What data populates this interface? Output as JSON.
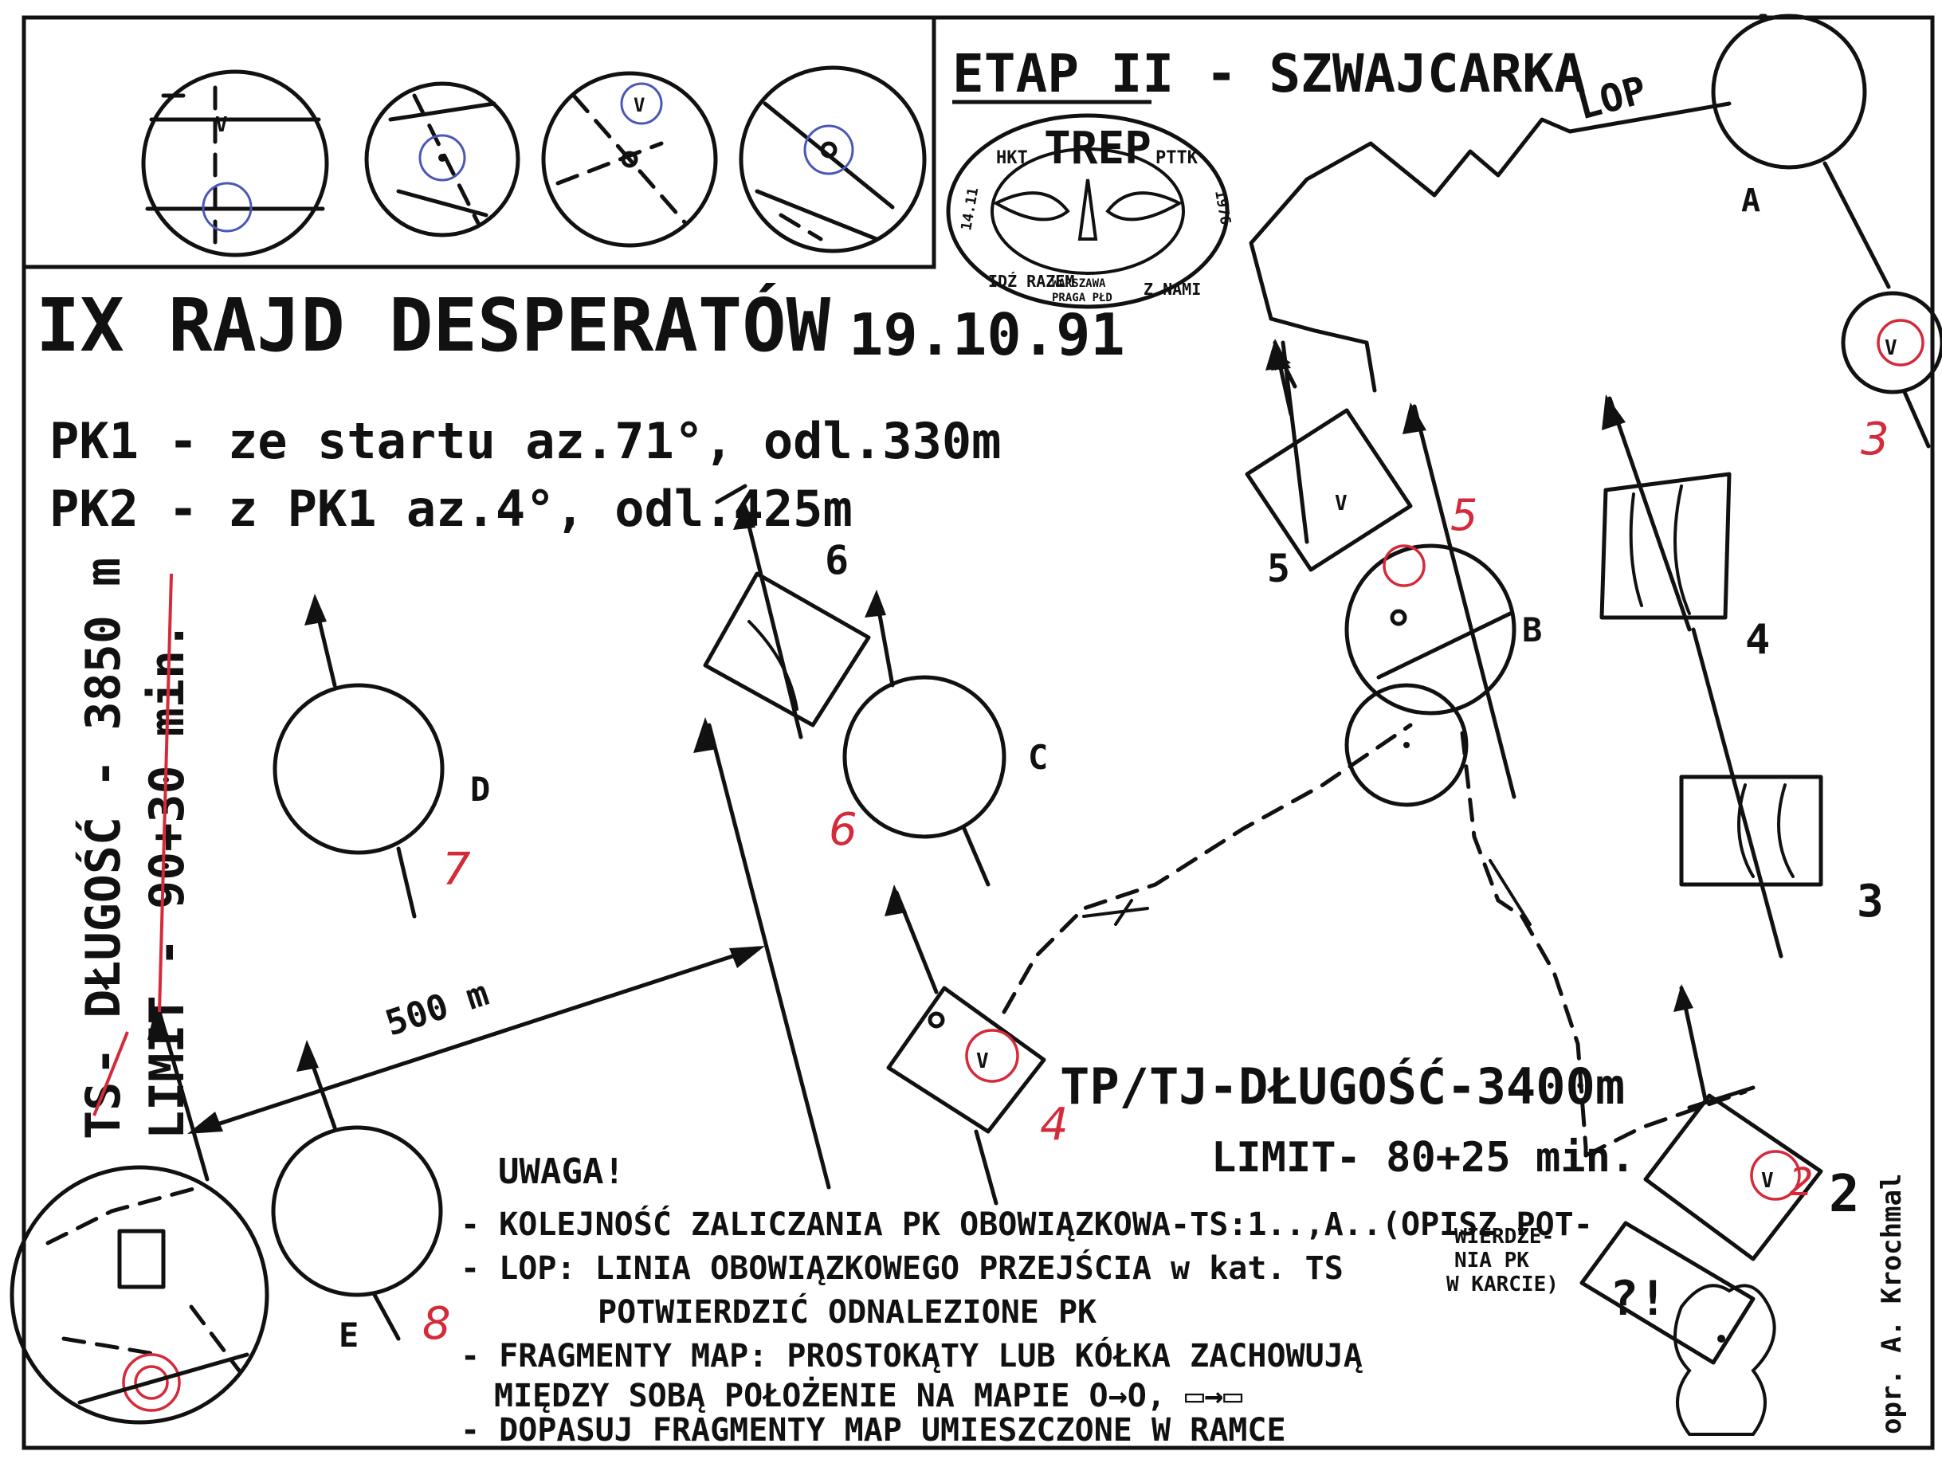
{
  "header": {
    "stage_title": "ETAP II - SZWAJCARKA",
    "event_title": "IX RAJD DESPERATÓW",
    "date": "19.10.91"
  },
  "stamp": {
    "top_left": "HKT",
    "name": "TREP",
    "top_right": "PTTK",
    "left_date": "14.11",
    "right_year": "1976",
    "bottom_left": "IDŹ RAZEM",
    "bottom_center_1": "WARSZAWA",
    "bottom_center_2": "PRAGA PŁD",
    "bottom_right": "Z NAMI"
  },
  "instructions": {
    "pk1": "PK1 - ze startu az.71°, odl.330m",
    "pk2": "PK2 - z PK1 az.4°, odl.425m"
  },
  "ts_block": {
    "category": "TS",
    "length": "- DŁUGOŚĆ - 3850 m",
    "limit": "LIMIT - 90+30 min."
  },
  "tp_block": {
    "length": "TP/TJ-DŁUGOŚĆ-3400m",
    "limit": "LIMIT- 80+25 min."
  },
  "distance_label": "500 m",
  "lop_label": "LOP",
  "circle_labels": {
    "a": "A",
    "b": "B",
    "c": "C",
    "d": "D",
    "e": "E"
  },
  "fragment_numbers": {
    "n2": "2",
    "n3": "3",
    "n4": "4",
    "n5": "5",
    "n6": "6"
  },
  "red_numbers": {
    "r2": "2",
    "r3": "3",
    "r4": "4",
    "r5": "5",
    "r6": "6",
    "r7": "7",
    "r8": "8"
  },
  "notes": {
    "heading": "UWAGA!",
    "line1": "- KOLEJNOŚĆ ZALICZANIA PK OBOWIĄZKOWA-TS:1..,A..(OPISZ POT-",
    "line1b_1": "WIERDZE-",
    "line1b_2": "NIA PK",
    "line1b_3": "W KARCIE)",
    "line2": "- LOP: LINIA OBOWIĄZKOWEGO PRZEJŚCIA w kat. TS",
    "line3": "POTWIERDZIĆ ODNALEZIONE PK",
    "line4": "- FRAGMENTY MAP: PROSTOKĄTY LUB KÓŁKA ZACHOWUJĄ",
    "line5": "MIĘDZY SOBĄ POŁOŻENIE NA MAPIE  O→O, ▭→▭",
    "line6": "- DOPASUJ FRAGMENTY MAP UMIESZCZONE W RAMCE"
  },
  "badge": "?!",
  "author": "opr. A. Krochmal",
  "colors": {
    "ink": "#111111",
    "red_pen": "#d42a3a",
    "blue_pen": "#4a57b8",
    "paper": "#ffffff"
  }
}
